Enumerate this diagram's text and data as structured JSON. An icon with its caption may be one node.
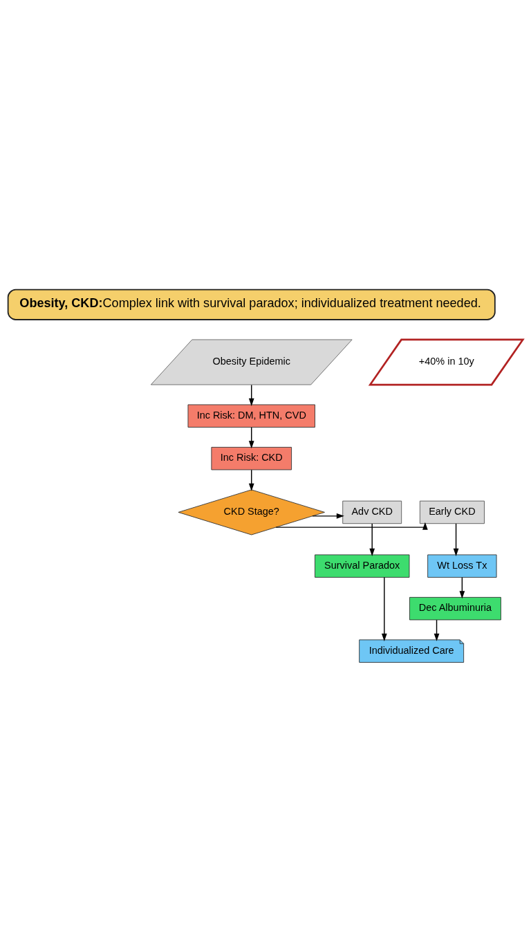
{
  "diagram": {
    "nodes": [
      {
        "text": [
          "Obesity, CKD:",
          "Complex link with survival paradox; individualized treatment needed."
        ]
      },
      {
        "text": [
          "Obesity Epidemic"
        ]
      },
      {
        "text": [
          "+40% in 10y"
        ]
      },
      {
        "text": [
          "Inc Risk: DM, HTN, CVD"
        ]
      },
      {
        "text": [
          "Inc Risk: CKD"
        ]
      },
      {
        "text": [
          "CKD Stage?"
        ]
      },
      {
        "text": [
          "Early CKD"
        ]
      },
      {
        "text": [
          "Adv CKD"
        ]
      },
      {
        "text": [
          "Wt Loss Tx"
        ]
      },
      {
        "text": [
          "Survival Paradox"
        ]
      },
      {
        "text": [
          "Dec Albuminuria"
        ]
      },
      {
        "text": [
          "Individualized Care"
        ]
      }
    ],
    "edges": [
      {
        "from": 1,
        "to": 3,
        "arrow": "to"
      },
      {
        "from": 3,
        "to": 4,
        "arrow": "to"
      },
      {
        "from": 4,
        "to": 5,
        "arrow": "to"
      },
      {
        "from": 5,
        "to": 6,
        "arrow": "to"
      },
      {
        "from": 5,
        "to": 7,
        "arrow": "to"
      },
      {
        "from": 6,
        "to": 8,
        "arrow": "to"
      },
      {
        "from": 7,
        "to": 9,
        "arrow": "to"
      },
      {
        "from": 8,
        "to": 10,
        "arrow": "to"
      },
      {
        "from": 10,
        "to": 11,
        "arrow": "to"
      },
      {
        "from": 9,
        "to": 11,
        "arrow": "to"
      }
    ]
  }
}
